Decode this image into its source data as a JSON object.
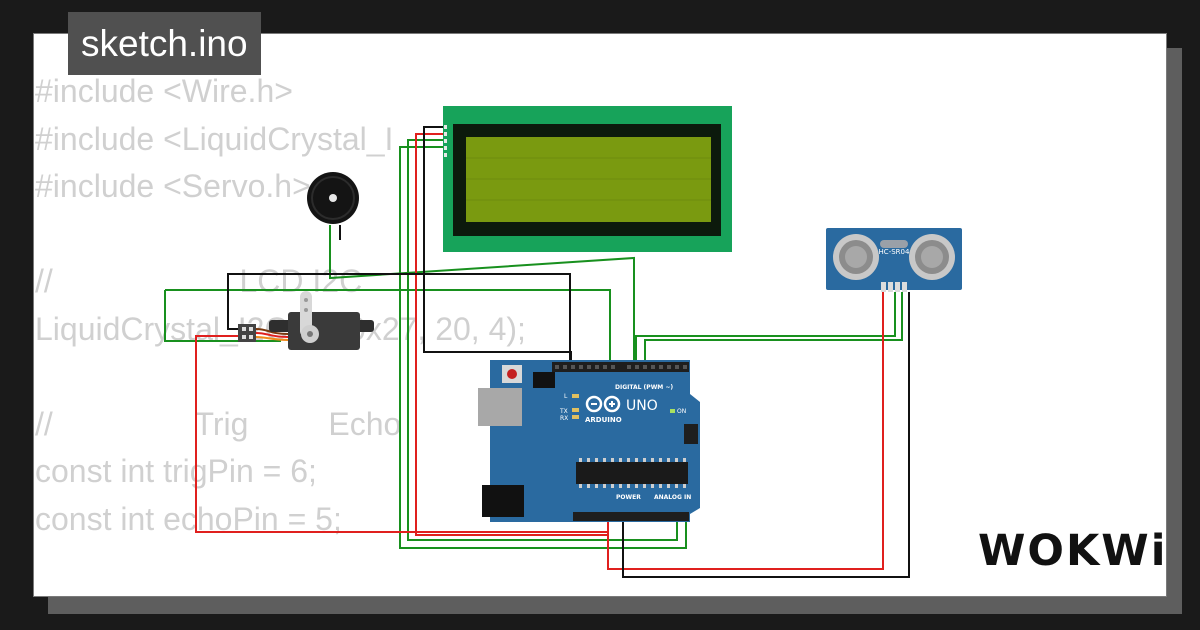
{
  "window": {
    "title": "sketch.ino"
  },
  "code_lines": [
    "#include <Wire.h>",
    "#include <LiquidCrystal_I",
    "#include <Servo.h>",
    "",
    "//                     LCD I2C",
    "LiquidCrystal_I2C lcd(0x27, 20, 4);",
    "",
    "//                Trig         Echo",
    "const int trigPin = 6;",
    "const int echoPin = 5;"
  ],
  "board": {
    "logo_text": "UNO",
    "brand_text": "ARDUINO",
    "digital_label": "DIGITAL (PWM ~)",
    "power_label": "POWER",
    "analog_label": "ANALOG IN",
    "on_label": "ON",
    "l_label": "L",
    "tx_label": "TX",
    "rx_label": "RX"
  },
  "sensor": {
    "label": "HC-SR04"
  },
  "brand": {
    "text": "WOKWi"
  },
  "colors": {
    "board": "#2a6aa0",
    "lcd_frame": "#17a35a",
    "lcd_screen": "#7a9a10",
    "wire_red": "#e0201e",
    "wire_green": "#18901e",
    "wire_black": "#111111"
  }
}
